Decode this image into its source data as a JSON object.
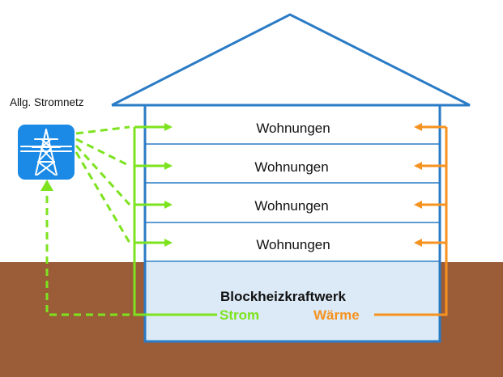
{
  "grid_label": "Allg. Stromnetz",
  "floors": [
    {
      "label": "Wohnungen"
    },
    {
      "label": "Wohnungen"
    },
    {
      "label": "Wohnungen"
    },
    {
      "label": "Wohnungen"
    }
  ],
  "plant": {
    "title": "Blockheizkraftwerk",
    "electricity_label": "Strom",
    "heat_label": "Wärme"
  },
  "icons": {
    "power_grid": "power-pylon-icon"
  },
  "colors": {
    "sky": "#ffffff",
    "ground": "#9b5c38",
    "outline": "#2a7bc6",
    "basement_fill": "#dbeaf6",
    "grid_box": "#1a8ae6",
    "electricity": "#7ee31f",
    "heat": "#f6921f",
    "text": "#111111"
  }
}
